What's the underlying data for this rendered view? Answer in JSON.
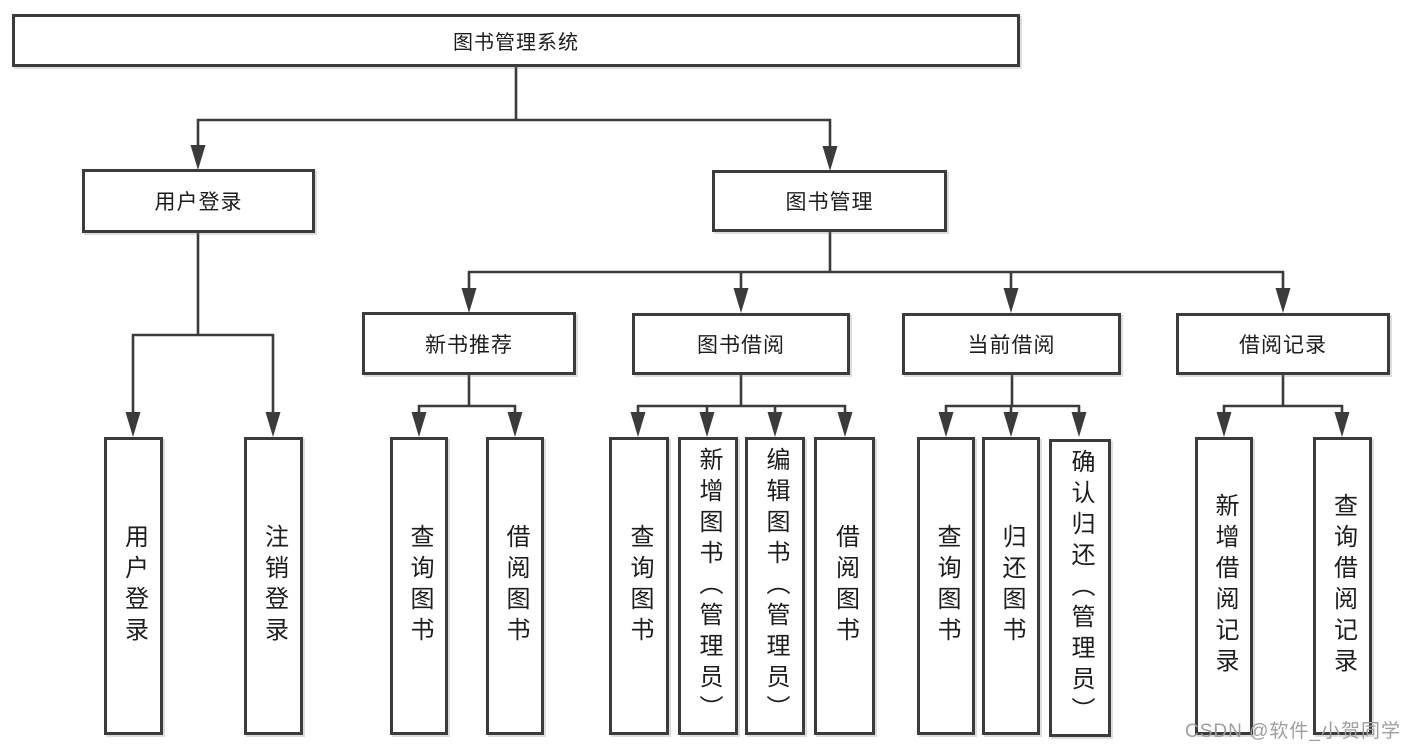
{
  "diagram": {
    "title_node": {
      "label": "图书管理系统"
    },
    "level2": [
      {
        "label": "用户登录"
      },
      {
        "label": "图书管理"
      }
    ],
    "level3": [
      {
        "label": "新书推荐",
        "parent": "图书管理"
      },
      {
        "label": "图书借阅",
        "parent": "图书管理"
      },
      {
        "label": "当前借阅",
        "parent": "图书管理"
      },
      {
        "label": "借阅记录",
        "parent": "图书管理"
      }
    ],
    "leaves": [
      {
        "label": "用户登录",
        "parent": "用户登录"
      },
      {
        "label": "注销登录",
        "parent": "用户登录"
      },
      {
        "label": "查询图书",
        "parent": "新书推荐"
      },
      {
        "label": "借阅图书",
        "parent": "新书推荐"
      },
      {
        "label": "查询图书",
        "parent": "图书借阅"
      },
      {
        "label": "新增图书（管理员）",
        "parent": "图书借阅"
      },
      {
        "label": "编辑图书（管理员）",
        "parent": "图书借阅"
      },
      {
        "label": "借阅图书",
        "parent": "图书借阅"
      },
      {
        "label": "查询图书",
        "parent": "当前借阅"
      },
      {
        "label": "归还图书",
        "parent": "当前借阅"
      },
      {
        "label": "确认归还（管理员）",
        "parent": "当前借阅"
      },
      {
        "label": "新增借阅记录",
        "parent": "借阅记录"
      },
      {
        "label": "查询借阅记录",
        "parent": "借阅记录"
      }
    ],
    "colors": {
      "line": "#3b3b3b",
      "text": "#1d1d1d",
      "background": "#ffffff"
    }
  },
  "watermark": {
    "text": "CSDN @软件_小贺同学",
    "color": "#9e9e9e"
  }
}
